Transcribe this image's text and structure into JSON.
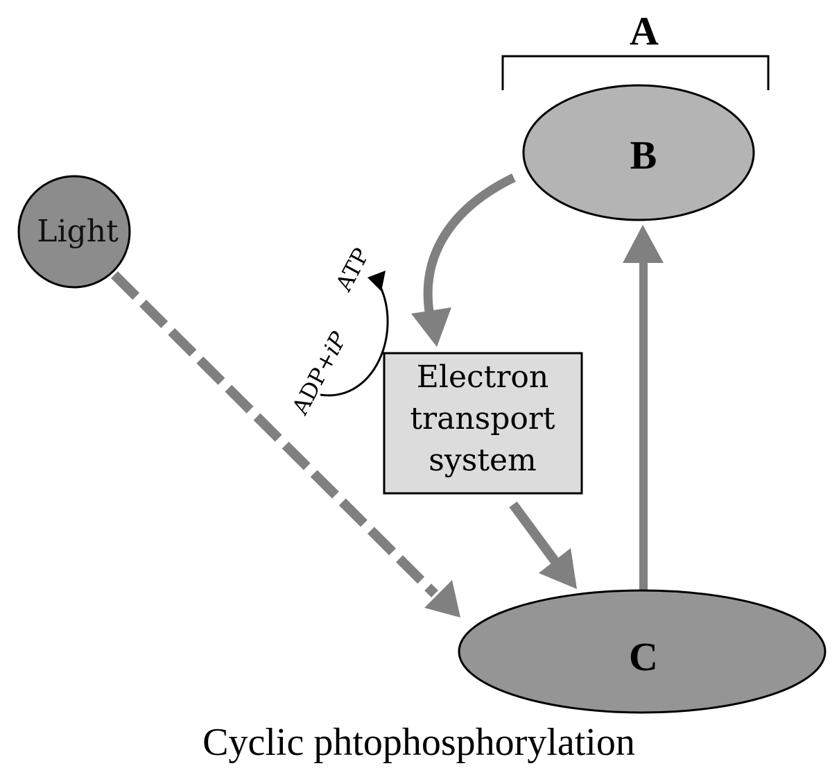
{
  "diagram": {
    "title": "Cyclic phtophosphorylation",
    "bracket_label": "A",
    "nodes": {
      "light": "Light",
      "b": "B",
      "c": "C",
      "ets": [
        "Electron",
        "transport",
        "system"
      ]
    },
    "side_reaction": {
      "reactant": "ADP+iP",
      "reactant_parts": [
        "ADP+",
        "i",
        "P"
      ],
      "product": "ATP"
    },
    "edges": [
      {
        "from": "light",
        "to": "c",
        "style": "dashed"
      },
      {
        "from": "b",
        "to": "ets",
        "style": "solid-curved"
      },
      {
        "from": "ets",
        "to": "c",
        "style": "solid"
      },
      {
        "from": "c",
        "to": "b",
        "style": "solid"
      }
    ],
    "colors": {
      "arrow": "#808080",
      "light_fill": "#8c8c8c",
      "b_fill": "#b4b4b4",
      "c_fill": "#959595",
      "box_fill": "#dcdcdc",
      "outline": "#000000"
    }
  }
}
